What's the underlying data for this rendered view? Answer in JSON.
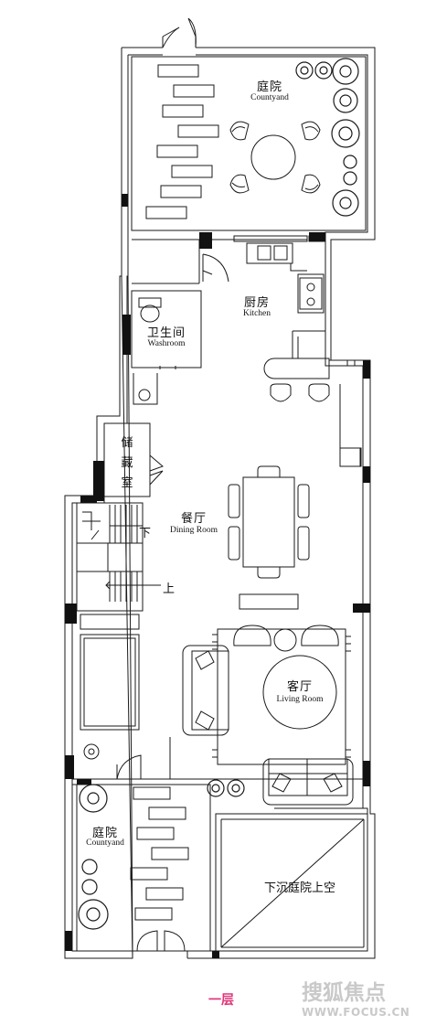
{
  "rooms": {
    "courtyard_top": {
      "zh": "庭院",
      "en": "Countyand"
    },
    "kitchen": {
      "zh": "厨房",
      "en": "Kitchen"
    },
    "washroom": {
      "zh": "卫生间",
      "en": "Washroom"
    },
    "storage": {
      "zh": "储藏室"
    },
    "dining": {
      "zh": "餐厅",
      "en": "Dining Room"
    },
    "living": {
      "zh": "客厅",
      "en": "Living Room"
    },
    "courtyard_bottom": {
      "zh": "庭院",
      "en": "Countyand"
    },
    "sunken_void": {
      "zh": "下沉庭院上空"
    }
  },
  "stairs": {
    "down": "下",
    "up": "上"
  },
  "floor_caption": "一层",
  "watermark": {
    "brand": "搜狐焦点",
    "url": "WWW.FOCUS.CN"
  },
  "colors": {
    "line": "#1a1a1a",
    "wall": "#111111",
    "caption": "#e0357a",
    "watermark_red": "#e8373e",
    "watermark_gray": "#c9c9c9"
  }
}
